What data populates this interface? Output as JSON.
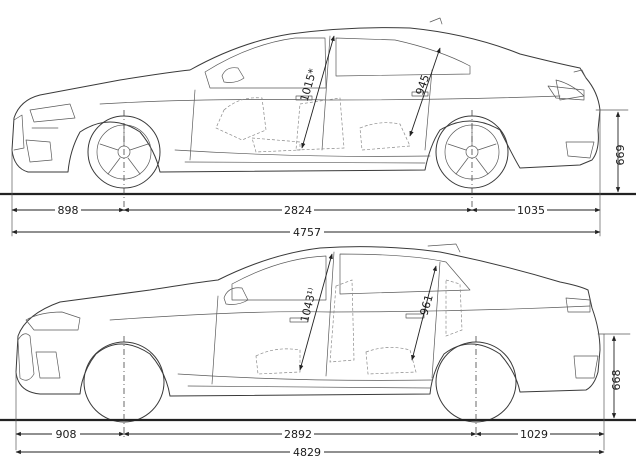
{
  "top_view": {
    "interior_dims": {
      "headroom_front": "1015*",
      "headroom_rear": "945"
    },
    "height": "669",
    "front_overhang": "898",
    "wheelbase": "2824",
    "rear_overhang": "1035",
    "length": "4757"
  },
  "bottom_view": {
    "interior_dims": {
      "headroom_front": "1043¹⁾",
      "headroom_rear": "961"
    },
    "height": "668",
    "front_overhang": "908",
    "wheelbase": "2892",
    "rear_overhang": "1029",
    "length": "4829"
  }
}
